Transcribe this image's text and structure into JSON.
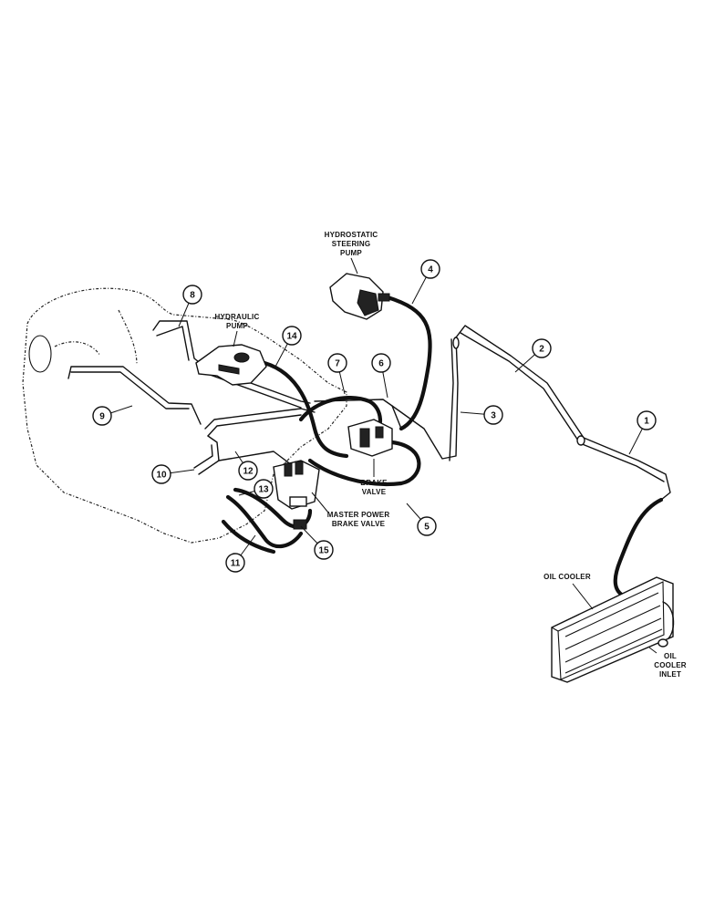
{
  "labels": {
    "hydrostatic_steering_pump": [
      "HYDROSTATIC",
      "STEERING",
      "PUMP"
    ],
    "hydraulic_pump": [
      "HYDRAULIC",
      "PUMP"
    ],
    "brake_valve": [
      "BRAKE",
      "VALVE"
    ],
    "master_power_brake_valve": [
      "MASTER POWER",
      "BRAKE VALVE"
    ],
    "oil_cooler": "OIL COOLER",
    "oil_cooler_inlet": [
      "OIL",
      "COOLER",
      "INLET"
    ]
  },
  "callouts": [
    "1",
    "2",
    "3",
    "4",
    "5",
    "6",
    "7",
    "8",
    "9",
    "10",
    "11",
    "12",
    "13",
    "14",
    "15"
  ]
}
